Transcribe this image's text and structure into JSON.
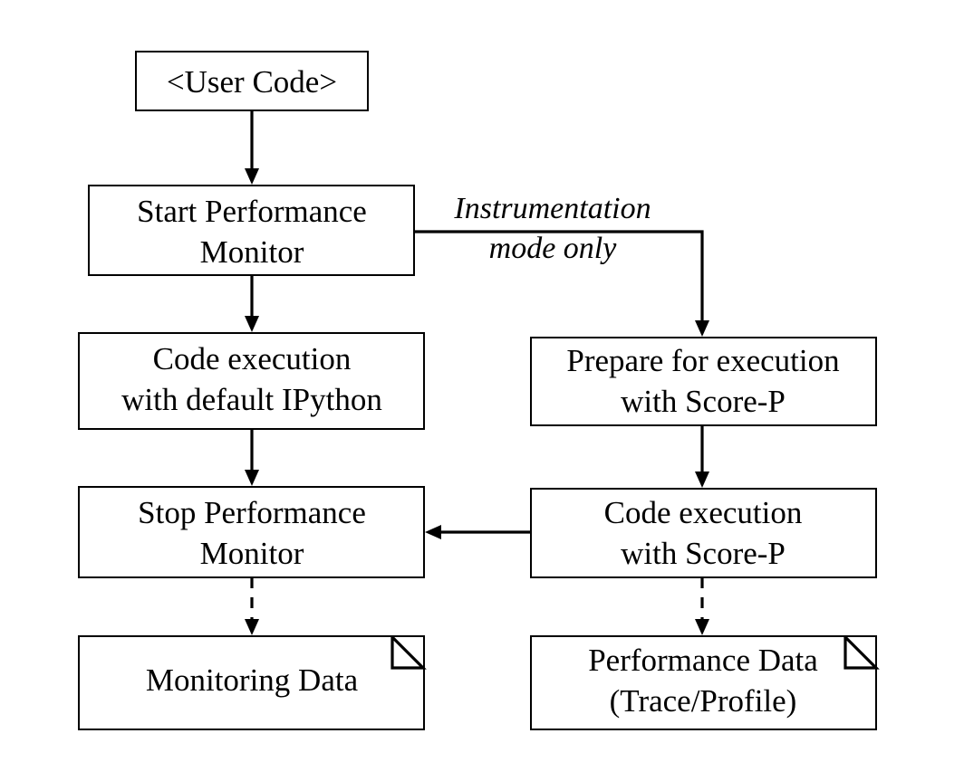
{
  "nodes": {
    "user_code": {
      "lines": [
        "<User Code>"
      ]
    },
    "start_monitor": {
      "lines": [
        "Start Performance",
        "Monitor"
      ]
    },
    "exec_default": {
      "lines": [
        "Code execution",
        "with default IPython"
      ]
    },
    "stop_monitor": {
      "lines": [
        "Stop Performance",
        "Monitor"
      ]
    },
    "monitoring_data": {
      "lines": [
        "Monitoring Data"
      ]
    },
    "prepare_scorep": {
      "lines": [
        "Prepare for execution",
        "with Score-P"
      ]
    },
    "exec_scorep": {
      "lines": [
        "Code execution",
        "with Score-P"
      ]
    },
    "performance_data": {
      "lines": [
        "Performance Data",
        "(Trace/Profile)"
      ]
    }
  },
  "edges": {
    "instrumentation_label": {
      "lines": [
        "Instrumentation",
        "mode only"
      ]
    }
  }
}
